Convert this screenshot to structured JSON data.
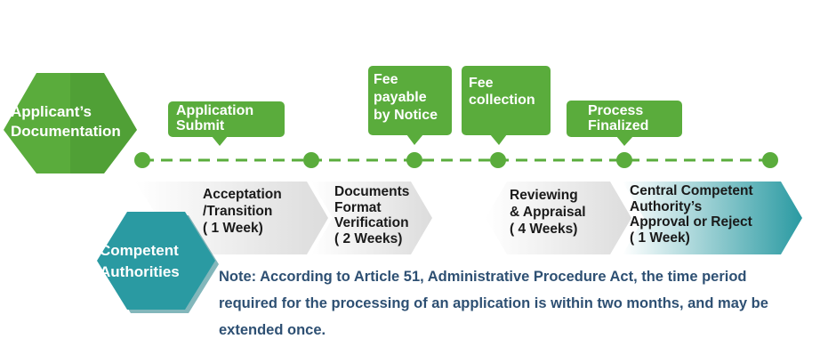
{
  "applicant": {
    "label_line1": "Applicant’s",
    "label_line2": "Documentation"
  },
  "authority": {
    "label_line1": "Competent",
    "label_line2": "Authorities"
  },
  "milestones": [
    {
      "lines": [
        "Application",
        "Submit"
      ]
    },
    {
      "lines": [
        "Fee",
        "payable",
        "by Notice"
      ]
    },
    {
      "lines": [
        "Fee",
        "collection"
      ]
    },
    {
      "lines": [
        "Process",
        "Finalized"
      ]
    }
  ],
  "stages": [
    {
      "lines": [
        "Acceptation",
        "/Transition",
        "( 1 Week)"
      ]
    },
    {
      "lines": [
        "Documents",
        "Format",
        "Verification",
        "( 2 Weeks)"
      ]
    },
    {
      "lines": [
        "Reviewing",
        "& Appraisal",
        "( 4 Weeks)"
      ]
    },
    {
      "lines": [
        "Central Competent",
        "Authority’s",
        "Approval or Reject",
        "( 1 Week)"
      ]
    }
  ],
  "note": "Note: According to Article 51, Administrative Procedure Act, the time period required for the processing of an application is within two months, and may be extended once.",
  "colors": {
    "green": "#5aac3c",
    "green_dark": "#3f8a2b",
    "teal": "#2a9aa2",
    "teal_dark": "#1e7c83",
    "note": "#2e5073"
  }
}
